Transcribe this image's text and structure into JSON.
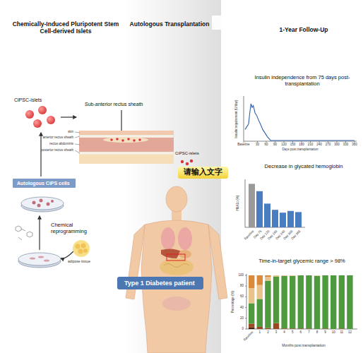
{
  "diagram": {
    "nodes": [
      {
        "text": [
          "Autologous CiPS cells"
        ]
      },
      {
        "text": [
          "Type 1 Diabetes patient"
        ]
      }
    ],
    "labels": [
      "Chemically-Induced Pluripotent Stem Cell-derived Islets",
      "Autologous Transplantation",
      "1-Year Follow-Up",
      "CiPSC-islets",
      "Sub-anterior rectus sheath",
      "skin",
      "anterior rectus sheath",
      "rectus abdominis",
      "posterior rectus sheath",
      "CiPSC-islets",
      "Chemical reprogramming",
      "adipose tissue",
      "请输入文字",
      "Insulin independence from 75 days post-transplantation",
      "Insulin requirement (U/day)",
      "Baseline",
      "30",
      "60",
      "90",
      "120",
      "150",
      "180",
      "210",
      "240",
      "270",
      "300",
      "330",
      "360",
      "Days post transplantation",
      "Decrease in glycated hemoglobin",
      "HbA1c (%)",
      "Baseline",
      "Day 75",
      "Day 120",
      "Day 180",
      "Day 240",
      "Day 300",
      "Day 360",
      "Time-in-target glycemic range > 98%",
      "Percentage (%)",
      "0",
      "20",
      "40",
      "60",
      "80",
      "100",
      "Baseline",
      "1",
      "2",
      "3",
      "4",
      "5",
      "6",
      "7",
      "8",
      "9",
      "10",
      "11",
      "12",
      "Months post transplantation"
    ]
  }
}
